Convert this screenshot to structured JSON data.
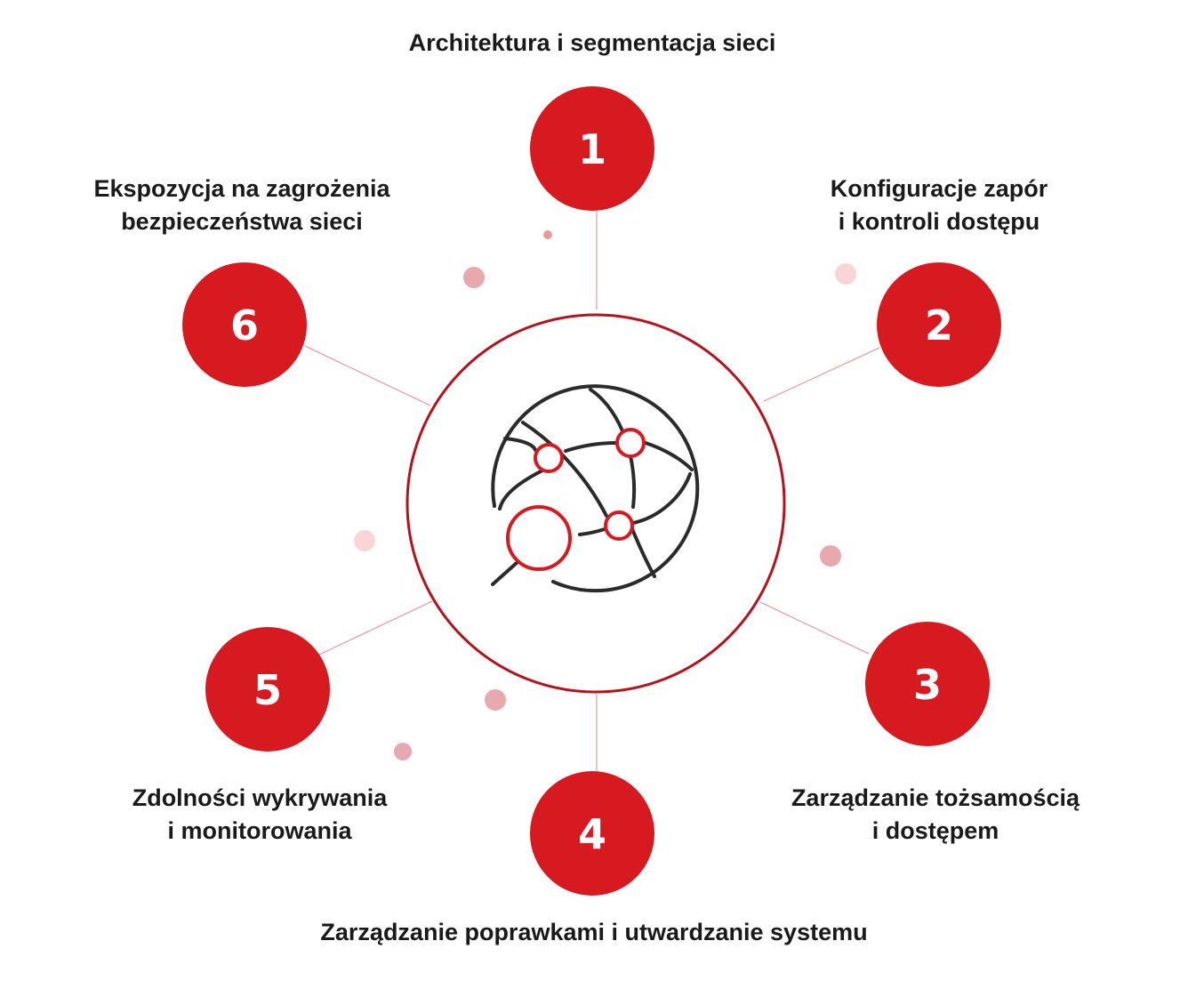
{
  "colors": {
    "accent": "#d71a20",
    "ring": "#b5121b",
    "connector": "#e9a0a6",
    "dot": "#e39aa0",
    "dot_light": "#f7d5d8",
    "icon_stroke": "#2b2b2b"
  },
  "center_icon": "globe-search-network-icon",
  "steps": [
    {
      "number": "1",
      "lines": [
        "Architektura i segmentacja sieci"
      ]
    },
    {
      "number": "2",
      "lines": [
        "Konfiguracje zapór",
        "i kontroli dostępu"
      ]
    },
    {
      "number": "3",
      "lines": [
        "Zarządzanie tożsamością",
        "i dostępem"
      ]
    },
    {
      "number": "4",
      "lines": [
        "Zarządzanie poprawkami i utwardzanie systemu"
      ]
    },
    {
      "number": "5",
      "lines": [
        "Zdolności wykrywania",
        "i monitorowania"
      ]
    },
    {
      "number": "6",
      "lines": [
        "Ekspozycja na zagrożenia",
        "bezpieczeństwa sieci"
      ]
    }
  ]
}
